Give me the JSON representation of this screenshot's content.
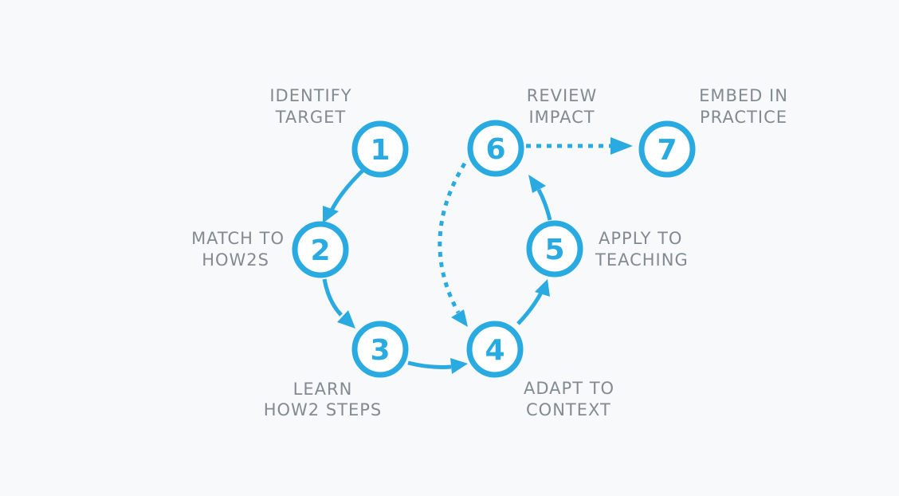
{
  "colors": {
    "accent": "#29aae1",
    "label": "#838a92",
    "background": "#f8f9fb"
  },
  "steps": [
    {
      "number": "1",
      "label_line1": "IDENTIFY",
      "label_line2": "TARGET"
    },
    {
      "number": "2",
      "label_line1": "MATCH TO",
      "label_line2": "HOW2S"
    },
    {
      "number": "3",
      "label_line1": "LEARN",
      "label_line2": "HOW2 STEPS"
    },
    {
      "number": "4",
      "label_line1": "ADAPT TO",
      "label_line2": "CONTEXT"
    },
    {
      "number": "5",
      "label_line1": "APPLY TO",
      "label_line2": "TEACHING"
    },
    {
      "number": "6",
      "label_line1": "REVIEW",
      "label_line2": "IMPACT"
    },
    {
      "number": "7",
      "label_line1": "EMBED IN",
      "label_line2": "PRACTICE"
    }
  ],
  "connections": [
    {
      "from": "1",
      "to": "2",
      "style": "solid"
    },
    {
      "from": "2",
      "to": "3",
      "style": "solid"
    },
    {
      "from": "3",
      "to": "4",
      "style": "solid"
    },
    {
      "from": "4",
      "to": "5",
      "style": "solid"
    },
    {
      "from": "5",
      "to": "6",
      "style": "solid"
    },
    {
      "from": "6",
      "to": "4",
      "style": "dashed"
    },
    {
      "from": "6",
      "to": "7",
      "style": "dashed"
    }
  ]
}
